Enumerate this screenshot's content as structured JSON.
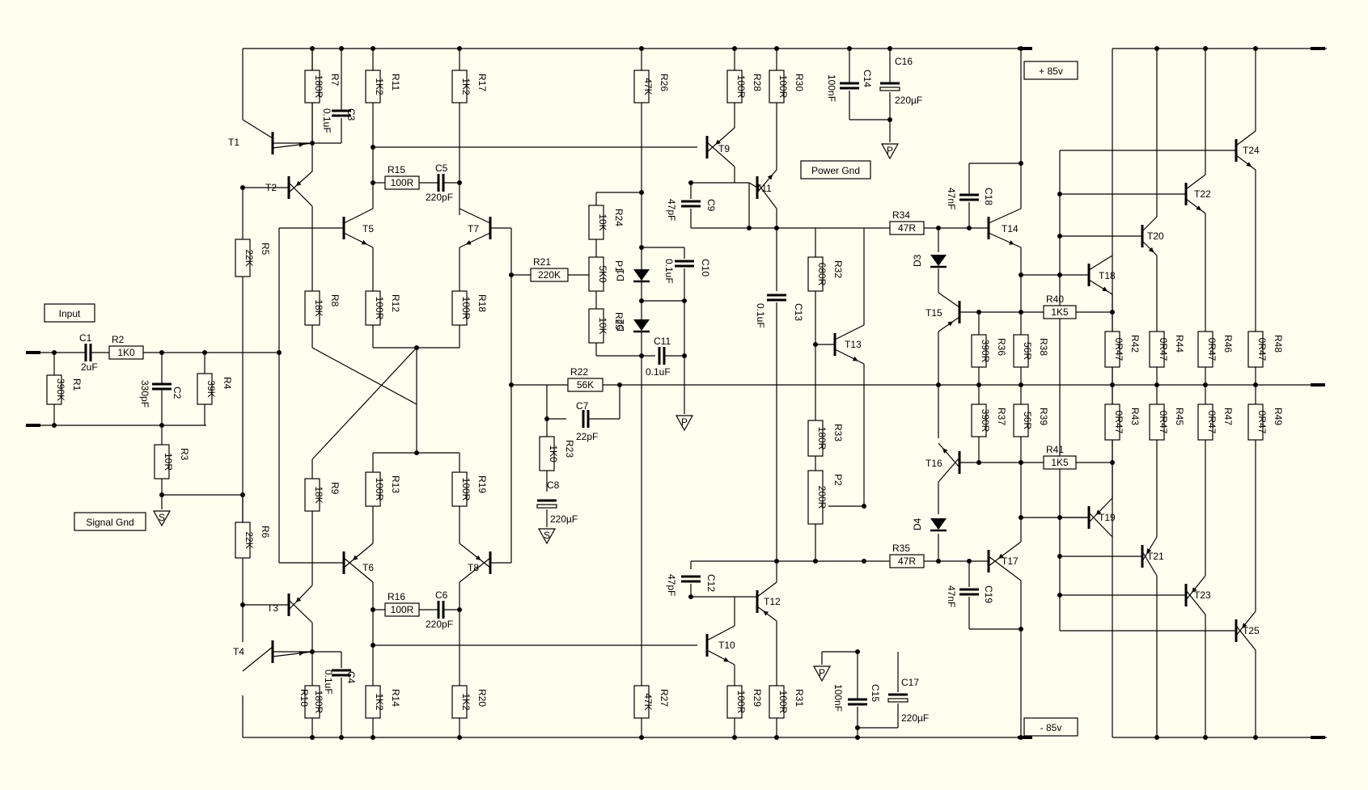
{
  "boxes": {
    "input": "Input",
    "signal_gnd": "Signal Gnd",
    "power_gnd": "Power Gnd",
    "vplus": "+ 85v",
    "vminus": "- 85v"
  },
  "ground_symbols": {
    "signal": "S",
    "power": "P"
  },
  "resistors": [
    {
      "ref": "R1",
      "val": "390K"
    },
    {
      "ref": "R2",
      "val": "1K0"
    },
    {
      "ref": "R3",
      "val": "10R"
    },
    {
      "ref": "R4",
      "val": "39K"
    },
    {
      "ref": "R5",
      "val": "22K"
    },
    {
      "ref": "R6",
      "val": "22K"
    },
    {
      "ref": "R7",
      "val": "180R"
    },
    {
      "ref": "R8",
      "val": "18K"
    },
    {
      "ref": "R9",
      "val": "18K"
    },
    {
      "ref": "R10",
      "val": "180R"
    },
    {
      "ref": "R11",
      "val": "1K2"
    },
    {
      "ref": "R12",
      "val": "100R"
    },
    {
      "ref": "R13",
      "val": "100R"
    },
    {
      "ref": "R14",
      "val": "1K2"
    },
    {
      "ref": "R15",
      "val": "100R"
    },
    {
      "ref": "R16",
      "val": "100R"
    },
    {
      "ref": "R17",
      "val": "1K2"
    },
    {
      "ref": "R18",
      "val": "100R"
    },
    {
      "ref": "R19",
      "val": "100R"
    },
    {
      "ref": "R20",
      "val": "1K2"
    },
    {
      "ref": "R21",
      "val": "220K"
    },
    {
      "ref": "R22",
      "val": "56K"
    },
    {
      "ref": "R23",
      "val": "1K0"
    },
    {
      "ref": "R24",
      "val": "10K"
    },
    {
      "ref": "P1",
      "val": "5K0"
    },
    {
      "ref": "R25",
      "val": "10K"
    },
    {
      "ref": "R26",
      "val": "47K"
    },
    {
      "ref": "R27",
      "val": "47K"
    },
    {
      "ref": "R28",
      "val": "100R"
    },
    {
      "ref": "R29",
      "val": "100R"
    },
    {
      "ref": "R30",
      "val": "100R"
    },
    {
      "ref": "R31",
      "val": "100R"
    },
    {
      "ref": "R32",
      "val": "680R"
    },
    {
      "ref": "R33",
      "val": "180R"
    },
    {
      "ref": "P2",
      "val": "200R"
    },
    {
      "ref": "R34",
      "val": "47R"
    },
    {
      "ref": "R35",
      "val": "47R"
    },
    {
      "ref": "R36",
      "val": "390R"
    },
    {
      "ref": "R37",
      "val": "390R"
    },
    {
      "ref": "R38",
      "val": "56R"
    },
    {
      "ref": "R39",
      "val": "56R"
    },
    {
      "ref": "R40",
      "val": "1K5"
    },
    {
      "ref": "R41",
      "val": "1K5"
    },
    {
      "ref": "R42",
      "val": "0R47"
    },
    {
      "ref": "R43",
      "val": "0R47"
    },
    {
      "ref": "R44",
      "val": "0R47"
    },
    {
      "ref": "R45",
      "val": "0R47"
    },
    {
      "ref": "R46",
      "val": "0R47"
    },
    {
      "ref": "R47",
      "val": "0R47"
    },
    {
      "ref": "R48",
      "val": "0R47"
    },
    {
      "ref": "R49",
      "val": "0R47"
    }
  ],
  "capacitors": [
    {
      "ref": "C1",
      "val": "2uF"
    },
    {
      "ref": "C2",
      "val": "330pF"
    },
    {
      "ref": "C3",
      "val": "0.1uF"
    },
    {
      "ref": "C4",
      "val": "0.1uF"
    },
    {
      "ref": "C5",
      "val": "220pF"
    },
    {
      "ref": "C6",
      "val": "220pF"
    },
    {
      "ref": "C7",
      "val": "22pF"
    },
    {
      "ref": "C8",
      "val": "220µF"
    },
    {
      "ref": "C9",
      "val": "47pF"
    },
    {
      "ref": "C10",
      "val": "0.1uF"
    },
    {
      "ref": "C11",
      "val": "0.1uF"
    },
    {
      "ref": "C12",
      "val": "47pF"
    },
    {
      "ref": "C13",
      "val": "0.1uF"
    },
    {
      "ref": "C14",
      "val": "100nF"
    },
    {
      "ref": "C15",
      "val": "100nF"
    },
    {
      "ref": "C16",
      "val": "220µF"
    },
    {
      "ref": "C17",
      "val": "220µF"
    },
    {
      "ref": "C18",
      "val": "47nF"
    },
    {
      "ref": "C19",
      "val": "47nF"
    }
  ],
  "transistors": [
    "T1",
    "T2",
    "T3",
    "T4",
    "T5",
    "T6",
    "T7",
    "T8",
    "T9",
    "T10",
    "T11",
    "T12",
    "T13",
    "T14",
    "T15",
    "T16",
    "T17",
    "T18",
    "T19",
    "T20",
    "T21",
    "T22",
    "T23",
    "T24",
    "T25"
  ],
  "diodes": [
    "D1",
    "D2",
    "D3",
    "D4"
  ]
}
